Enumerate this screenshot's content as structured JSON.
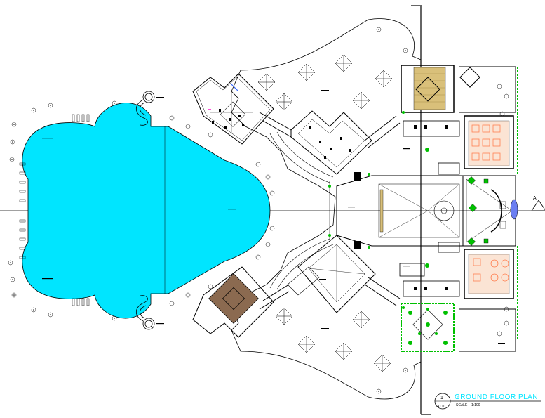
{
  "drawing": {
    "title": "GROUND FLOOR PLAN",
    "scale_label": "SCALE",
    "scale_value": "1:100",
    "view_number": "1",
    "sheet_number": "A1.0",
    "section_marker": "A'"
  },
  "colors": {
    "pool": "#00e5ff",
    "line": "#000000",
    "garden": "#00c000",
    "accent": "#ff4fd8",
    "wood": "#8b6a50",
    "floor_tile": "#d9c07a",
    "lamp": "#ff7f50"
  }
}
